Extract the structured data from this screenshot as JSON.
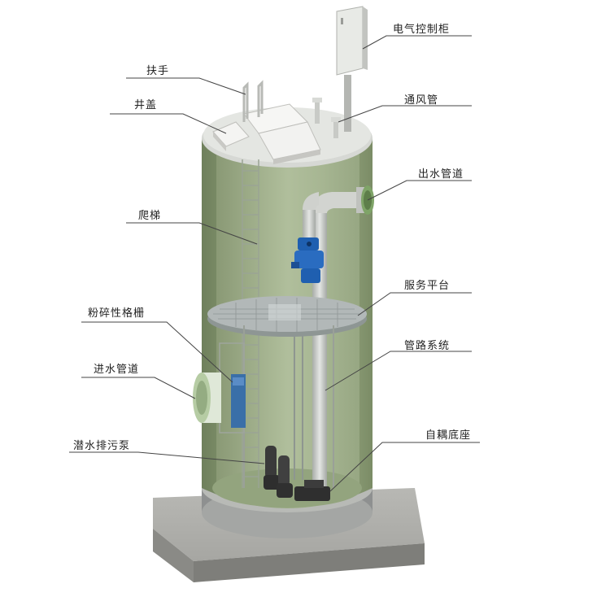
{
  "labels": {
    "control_cabinet": "电气控制柜",
    "handrail": "扶手",
    "manhole_cover": "井盖",
    "vent_pipe": "通风管",
    "outlet_pipe": "出水管道",
    "ladder": "爬梯",
    "service_platform": "服务平台",
    "grinder_grille": "粉碎性格栅",
    "pipe_system": "管路系统",
    "inlet_pipe": "进水管道",
    "auto_coupling_base": "自耦底座",
    "submersible_pump": "潜水排污泵"
  },
  "colors": {
    "tank_green": "#8c9e78",
    "tank_interior": "#aab896",
    "base_concrete": "#9c9c98",
    "pipe_gray": "#c8ccc8",
    "valve_blue": "#1f5fb0",
    "grille_blue": "#3a6fa8",
    "pump_dark": "#3a3a3a",
    "leader_line": "#444444"
  }
}
